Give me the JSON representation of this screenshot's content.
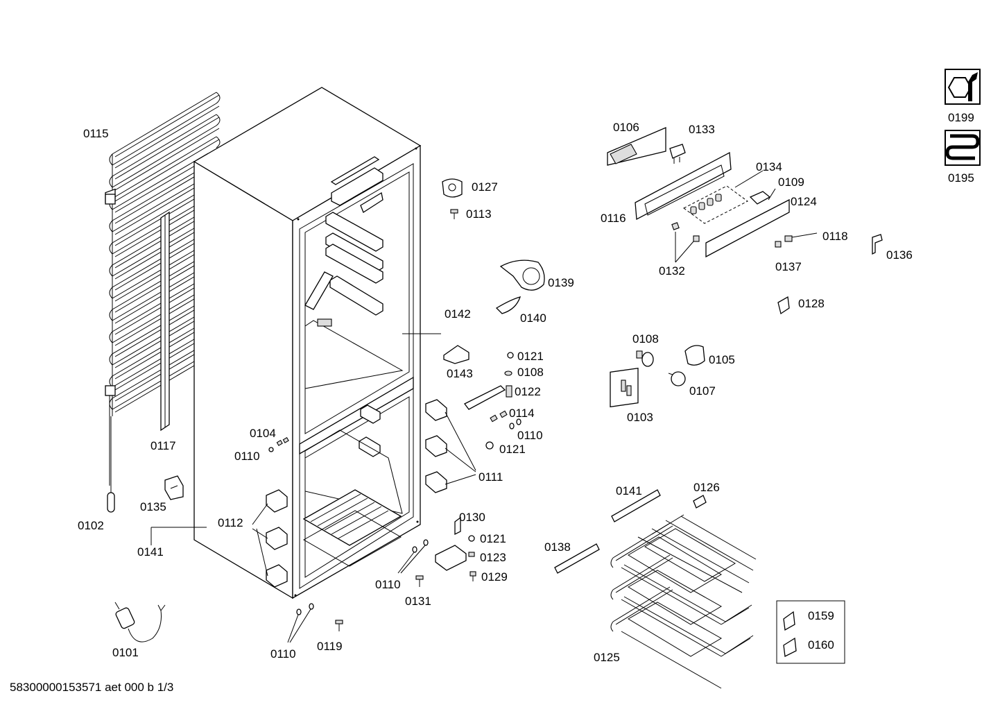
{
  "footer": "58300000153571 aet 000 b 1/3",
  "labels": [
    {
      "id": "p0115",
      "text": "0115"
    },
    {
      "id": "p0102",
      "text": "0102"
    },
    {
      "id": "p0117",
      "text": "0117"
    },
    {
      "id": "p0135",
      "text": "0135"
    },
    {
      "id": "p0141a",
      "text": "0141"
    },
    {
      "id": "p0101",
      "text": "0101"
    },
    {
      "id": "p0112",
      "text": "0112"
    },
    {
      "id": "p0104",
      "text": "0104"
    },
    {
      "id": "p0110a",
      "text": "0110"
    },
    {
      "id": "p0110b",
      "text": "0110"
    },
    {
      "id": "p0119",
      "text": "0119"
    },
    {
      "id": "p0110c",
      "text": "0110"
    },
    {
      "id": "p0131",
      "text": "0131"
    },
    {
      "id": "p0130",
      "text": "0130"
    },
    {
      "id": "p0121a",
      "text": "0121"
    },
    {
      "id": "p0123",
      "text": "0123"
    },
    {
      "id": "p0129",
      "text": "0129"
    },
    {
      "id": "p0111",
      "text": "0111"
    },
    {
      "id": "p0121b",
      "text": "0121"
    },
    {
      "id": "p0110d",
      "text": "0110"
    },
    {
      "id": "p0114",
      "text": "0114"
    },
    {
      "id": "p0122",
      "text": "0122"
    },
    {
      "id": "p0108a",
      "text": "0108"
    },
    {
      "id": "p0121c",
      "text": "0121"
    },
    {
      "id": "p0143",
      "text": "0143"
    },
    {
      "id": "p0142",
      "text": "0142"
    },
    {
      "id": "p0140",
      "text": "0140"
    },
    {
      "id": "p0139",
      "text": "0139"
    },
    {
      "id": "p0127",
      "text": "0127"
    },
    {
      "id": "p0113",
      "text": "0113"
    },
    {
      "id": "p0106",
      "text": "0106"
    },
    {
      "id": "p0133",
      "text": "0133"
    },
    {
      "id": "p0134",
      "text": "0134"
    },
    {
      "id": "p0109",
      "text": "0109"
    },
    {
      "id": "p0124",
      "text": "0124"
    },
    {
      "id": "p0116",
      "text": "0116"
    },
    {
      "id": "p0118",
      "text": "0118"
    },
    {
      "id": "p0132",
      "text": "0132"
    },
    {
      "id": "p0137",
      "text": "0137"
    },
    {
      "id": "p0136",
      "text": "0136"
    },
    {
      "id": "p0128",
      "text": "0128"
    },
    {
      "id": "p0108b",
      "text": "0108"
    },
    {
      "id": "p0105",
      "text": "0105"
    },
    {
      "id": "p0107",
      "text": "0107"
    },
    {
      "id": "p0103",
      "text": "0103"
    },
    {
      "id": "p0141b",
      "text": "0141"
    },
    {
      "id": "p0126",
      "text": "0126"
    },
    {
      "id": "p0138",
      "text": "0138"
    },
    {
      "id": "p0125",
      "text": "0125"
    },
    {
      "id": "p0159",
      "text": "0159"
    },
    {
      "id": "p0160",
      "text": "0160"
    },
    {
      "id": "p0199",
      "text": "0199"
    },
    {
      "id": "p0195",
      "text": "0195"
    }
  ]
}
